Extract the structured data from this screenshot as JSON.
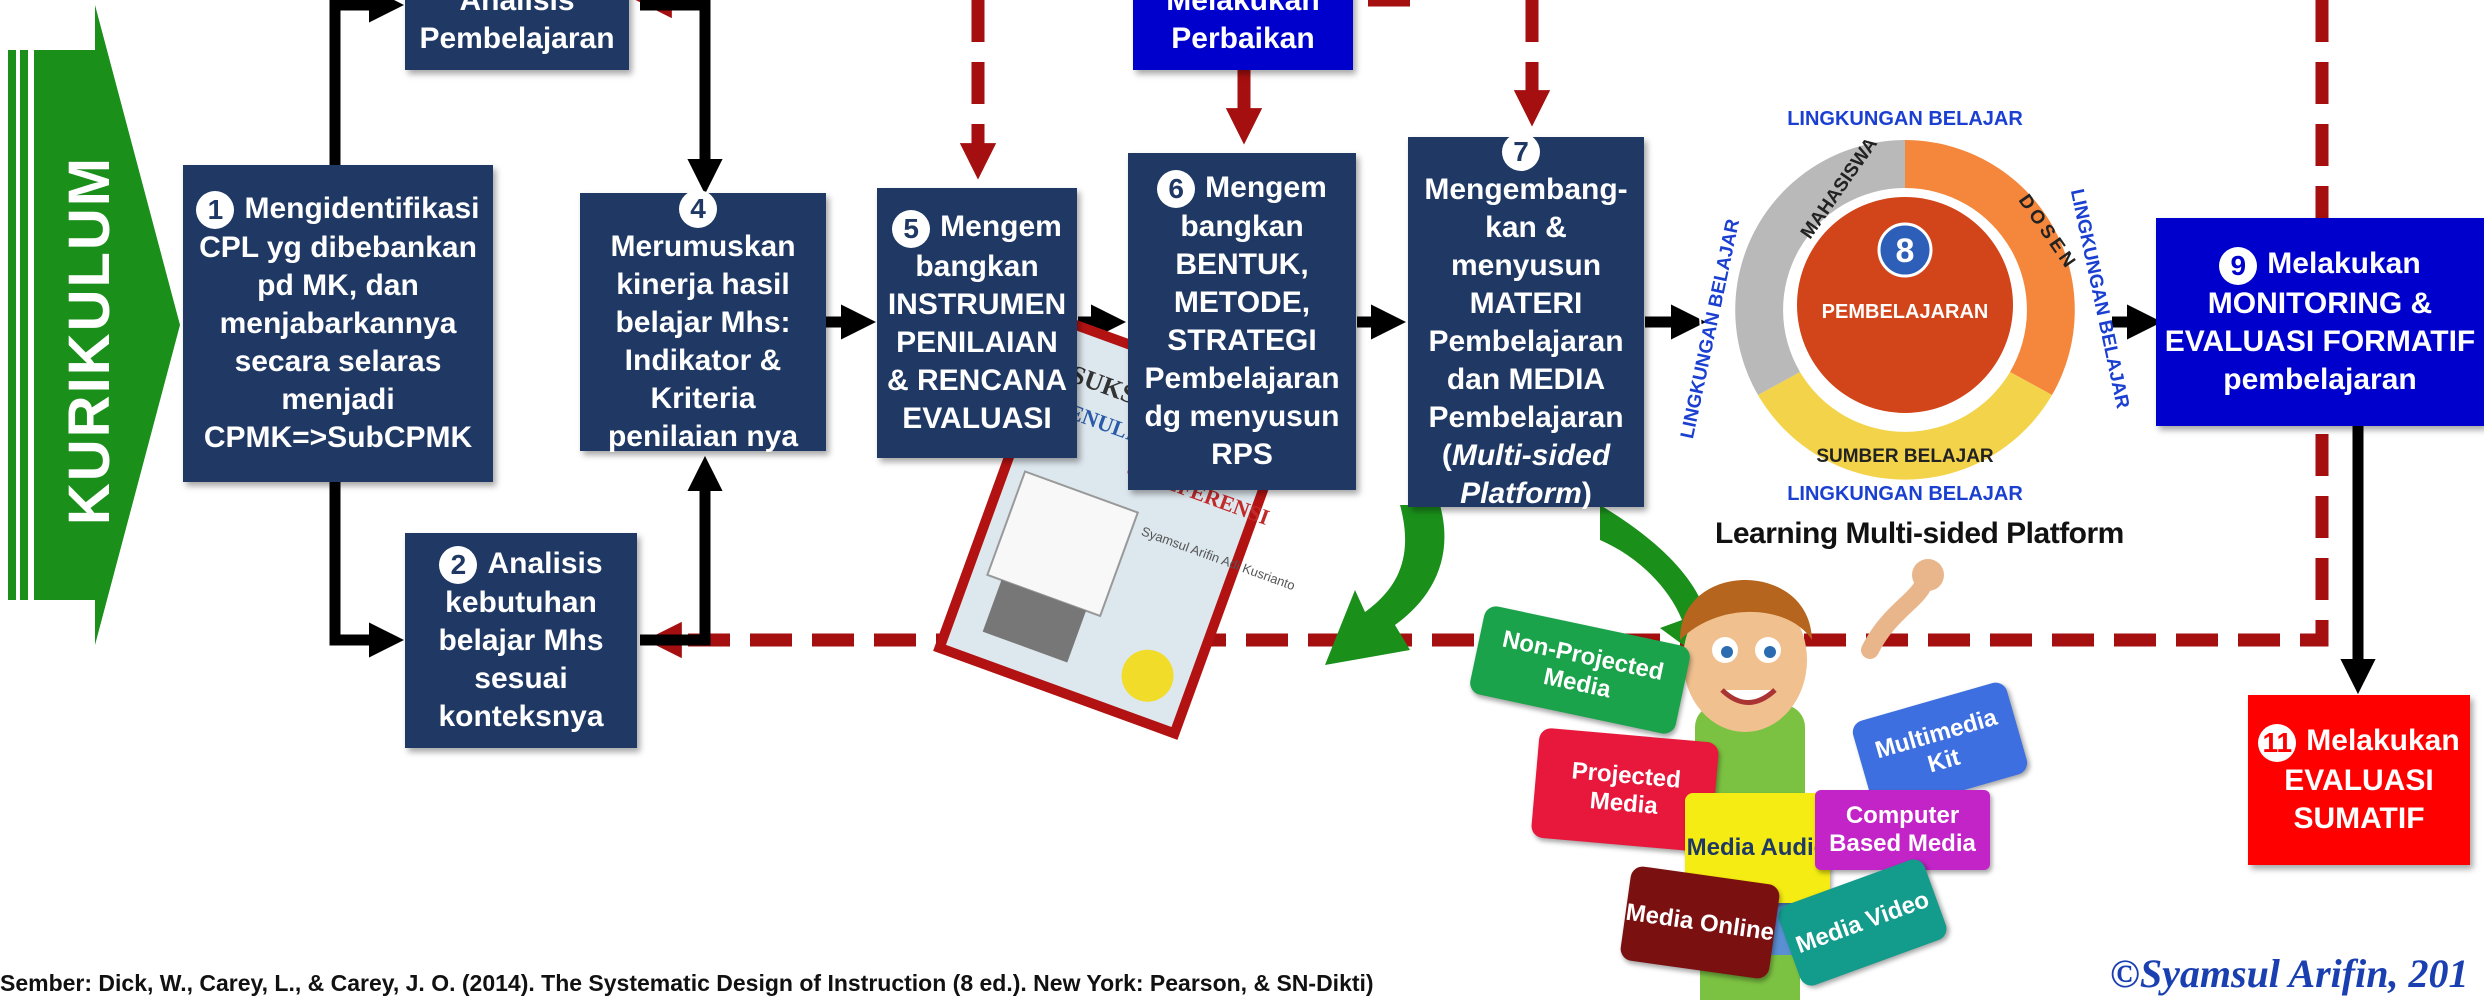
{
  "kurikulum": "KURIKULUM",
  "boxes": {
    "b0": {
      "text": "Analisis Pembelajaran"
    },
    "b1": {
      "num": "1",
      "text": "Mengidentifikasi CPL yg dibebankan pd MK, dan menjabarkannya secara selaras menjadi CPMK=>SubCPMK"
    },
    "b2": {
      "num": "2",
      "text": "Analisis kebutuhan belajar Mhs sesuai konteksnya"
    },
    "b4": {
      "num": "4",
      "text": "Merumuskan kinerja hasil belajar Mhs: Indikator & Kriteria penilaian nya"
    },
    "b5": {
      "num": "5",
      "text": "Mengem bangkan INSTRUMEN PENILAIAN & RENCANA EVALUASI"
    },
    "b6": {
      "num": "6",
      "text": "Mengem bangkan BENTUK, METODE, STRATEGI Pembelajaran dg menyusun RPS"
    },
    "b7": {
      "num": "7",
      "text_main": "Mengembang-kan & menyusun MATERI Pembelajaran dan MEDIA Pembelajaran (",
      "text_italic": "Multi-sided Platform",
      "text_end": ")"
    },
    "b_perbaikan": {
      "text": "Melakukan Perbaikan"
    },
    "b9": {
      "num": "9",
      "text": "Melakukan MONITORING & EVALUASI FORMATIF pembelajaran"
    },
    "b11": {
      "num": "11",
      "text": "Melakukan EVALUASI SUMATIF"
    }
  },
  "platform": {
    "center_number": "8",
    "center_label": "PEMBELAJARAN",
    "ring_label": "LINGKUNGAN BELAJAR",
    "segments": [
      "MAHASISWA",
      "DOSEN",
      "SUMBER BELAJAR"
    ],
    "caption": "Learning Multi-sided Platform"
  },
  "book": {
    "title_line1": "SUKSES",
    "title_line2": "MENULIS BUKU AJAR",
    "title_line3": "& REFERENSI",
    "authors": "Syamsul Arifin Adi Kusrianto"
  },
  "media_tags": {
    "non_projected": "Non-Projected Media",
    "projected": "Projected Media",
    "audio": "Media Audio",
    "multimedia": "Multimedia Kit",
    "computer": "Computer Based Media",
    "video": "Media Video",
    "online": "Media Online"
  },
  "source": "Sember: Dick, W., Carey, L., & Carey, J. O. (2014). The Systematic Design of Instruction (8 ed.). New York: Pearson, & SN-Dikti)",
  "copyright": "©Syamsul Arifin, 201",
  "colors": {
    "navy": "#1f3864",
    "blue": "#0000cc",
    "red": "#ff0000",
    "dashed": "#a50f0f",
    "green": "#1a8f1a"
  }
}
